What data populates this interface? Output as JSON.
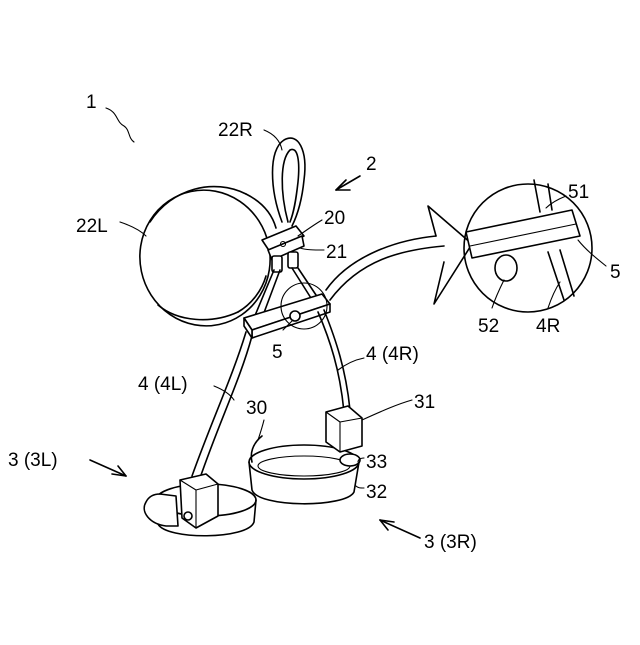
{
  "labels": {
    "ref_1": "1",
    "ref_2": "2",
    "ref_22R": "22R",
    "ref_22L": "22L",
    "ref_20": "20",
    "ref_21": "21",
    "ref_5": "5",
    "ref_5_detail": "5",
    "ref_51": "51",
    "ref_52": "52",
    "ref_4R_detail": "4R",
    "ref_4_4R": "4 (4R)",
    "ref_4_4L": "4 (4L)",
    "ref_30": "30",
    "ref_31": "31",
    "ref_33": "33",
    "ref_32": "32",
    "ref_3_3L": "3 (3L)",
    "ref_3_3R": "3 (3R)"
  }
}
